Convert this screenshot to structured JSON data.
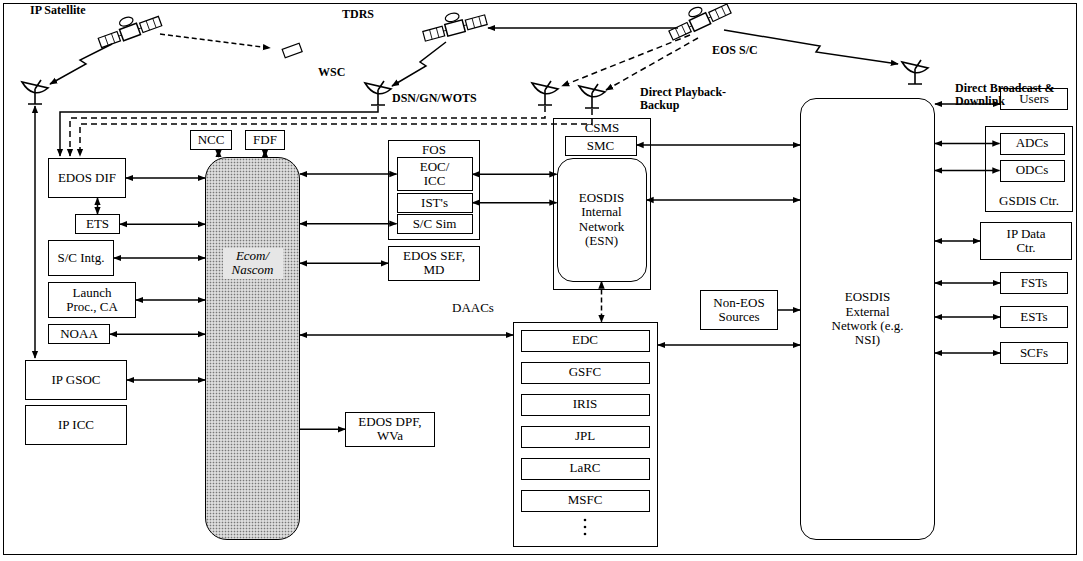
{
  "diagram": {
    "nodes": [
      {
        "text": [
          "NCC"
        ]
      },
      {
        "text": [
          "FDF"
        ]
      },
      {
        "text": [
          "EDOS DIF"
        ]
      },
      {
        "text": [
          "ETS"
        ]
      },
      {
        "text": [
          "S/C Intg."
        ]
      },
      {
        "text": [
          "Launch Proc., CA"
        ]
      },
      {
        "text": [
          "NOAA"
        ]
      },
      {
        "text": [
          "IP GSOC"
        ]
      },
      {
        "text": [
          "IP ICC"
        ]
      },
      {
        "text": [
          "Ecom/ Nascom"
        ]
      },
      {
        "text": [
          "FOS"
        ]
      },
      {
        "text": [
          "EOC/ ICC"
        ],
        "in": 10
      },
      {
        "text": [
          "IST's"
        ],
        "in": 10
      },
      {
        "text": [
          "S/C Sim"
        ],
        "in": 10
      },
      {
        "text": [
          "EDOS SEF, MD"
        ]
      },
      {
        "text": [
          "EDOS DPF, WVa"
        ]
      },
      {
        "text": [
          "CSMS"
        ]
      },
      {
        "text": [
          "SMC"
        ],
        "in": 16
      },
      {
        "text": [
          "EOSDIS Internal Network (ESN)"
        ],
        "in": 16
      },
      {
        "text": [
          "DAACs"
        ]
      },
      {
        "text": [
          "EDC"
        ],
        "in": 19
      },
      {
        "text": [
          "GSFC"
        ],
        "in": 19
      },
      {
        "text": [
          "IRIS"
        ],
        "in": 19
      },
      {
        "text": [
          "JPL"
        ],
        "in": 19
      },
      {
        "text": [
          "LaRC"
        ],
        "in": 19
      },
      {
        "text": [
          "MSFC"
        ],
        "in": 19
      },
      {
        "text": [
          "Non-EOS Sources"
        ]
      },
      {
        "text": [
          "EOSDIS External Network (e.g. NSI)"
        ]
      },
      {
        "text": [
          "Users"
        ]
      },
      {
        "text": [
          "GSDIS Ctr."
        ]
      },
      {
        "text": [
          "ADCs"
        ],
        "in": 29
      },
      {
        "text": [
          "ODCs"
        ],
        "in": 29
      },
      {
        "text": [
          "IP Data Ctr."
        ]
      },
      {
        "text": [
          "FSTs"
        ]
      },
      {
        "text": [
          "ESTs"
        ]
      },
      {
        "text": [
          "SCFs"
        ]
      }
    ],
    "edges": [
      {
        "from": 0,
        "to": 9,
        "arrow": "both"
      },
      {
        "from": 1,
        "to": 9,
        "arrow": "both"
      },
      {
        "from": 2,
        "to": 9,
        "arrow": "both"
      },
      {
        "from": 2,
        "to": 3,
        "arrow": "both"
      },
      {
        "from": 3,
        "to": 9,
        "arrow": "both"
      },
      {
        "from": 4,
        "to": 9,
        "arrow": "both"
      },
      {
        "from": 5,
        "to": 9,
        "arrow": "both"
      },
      {
        "from": 6,
        "to": 9,
        "arrow": "both"
      },
      {
        "from": 7,
        "to": 9,
        "arrow": "both"
      },
      {
        "from": 9,
        "to": 11,
        "arrow": "both"
      },
      {
        "from": 9,
        "to": 13,
        "arrow": "both"
      },
      {
        "from": 9,
        "to": 14,
        "arrow": "both"
      },
      {
        "from": 9,
        "to": 19,
        "arrow": "both"
      },
      {
        "from": 9,
        "to": 15,
        "arrow": "to"
      },
      {
        "from": 11,
        "to": 18,
        "arrow": "both"
      },
      {
        "from": 12,
        "to": 18,
        "arrow": "both"
      },
      {
        "from": 17,
        "to": 27,
        "arrow": "both"
      },
      {
        "from": 18,
        "to": 27,
        "arrow": "both"
      },
      {
        "from": 18,
        "to": 19,
        "arrow": "both"
      },
      {
        "from": 19,
        "to": 27,
        "arrow": "both"
      },
      {
        "from": 26,
        "to": 27,
        "arrow": "to"
      },
      {
        "from": 27,
        "to": 28,
        "arrow": "both"
      },
      {
        "from": 27,
        "to": 30,
        "arrow": "both"
      },
      {
        "from": 27,
        "to": 31,
        "arrow": "both"
      },
      {
        "from": 27,
        "to": 32,
        "arrow": "both"
      },
      {
        "from": 27,
        "to": 33,
        "arrow": "both"
      },
      {
        "from": 27,
        "to": 34,
        "arrow": "both"
      },
      {
        "from": 27,
        "to": 35,
        "arrow": "both"
      }
    ],
    "labels": [
      "IP Satellite",
      "TDRS",
      "EOS S/C",
      "WSC",
      "DSN/GN/WOTS",
      "Direct Playback- Backup",
      "Direct Broadcast & Downlink"
    ]
  }
}
